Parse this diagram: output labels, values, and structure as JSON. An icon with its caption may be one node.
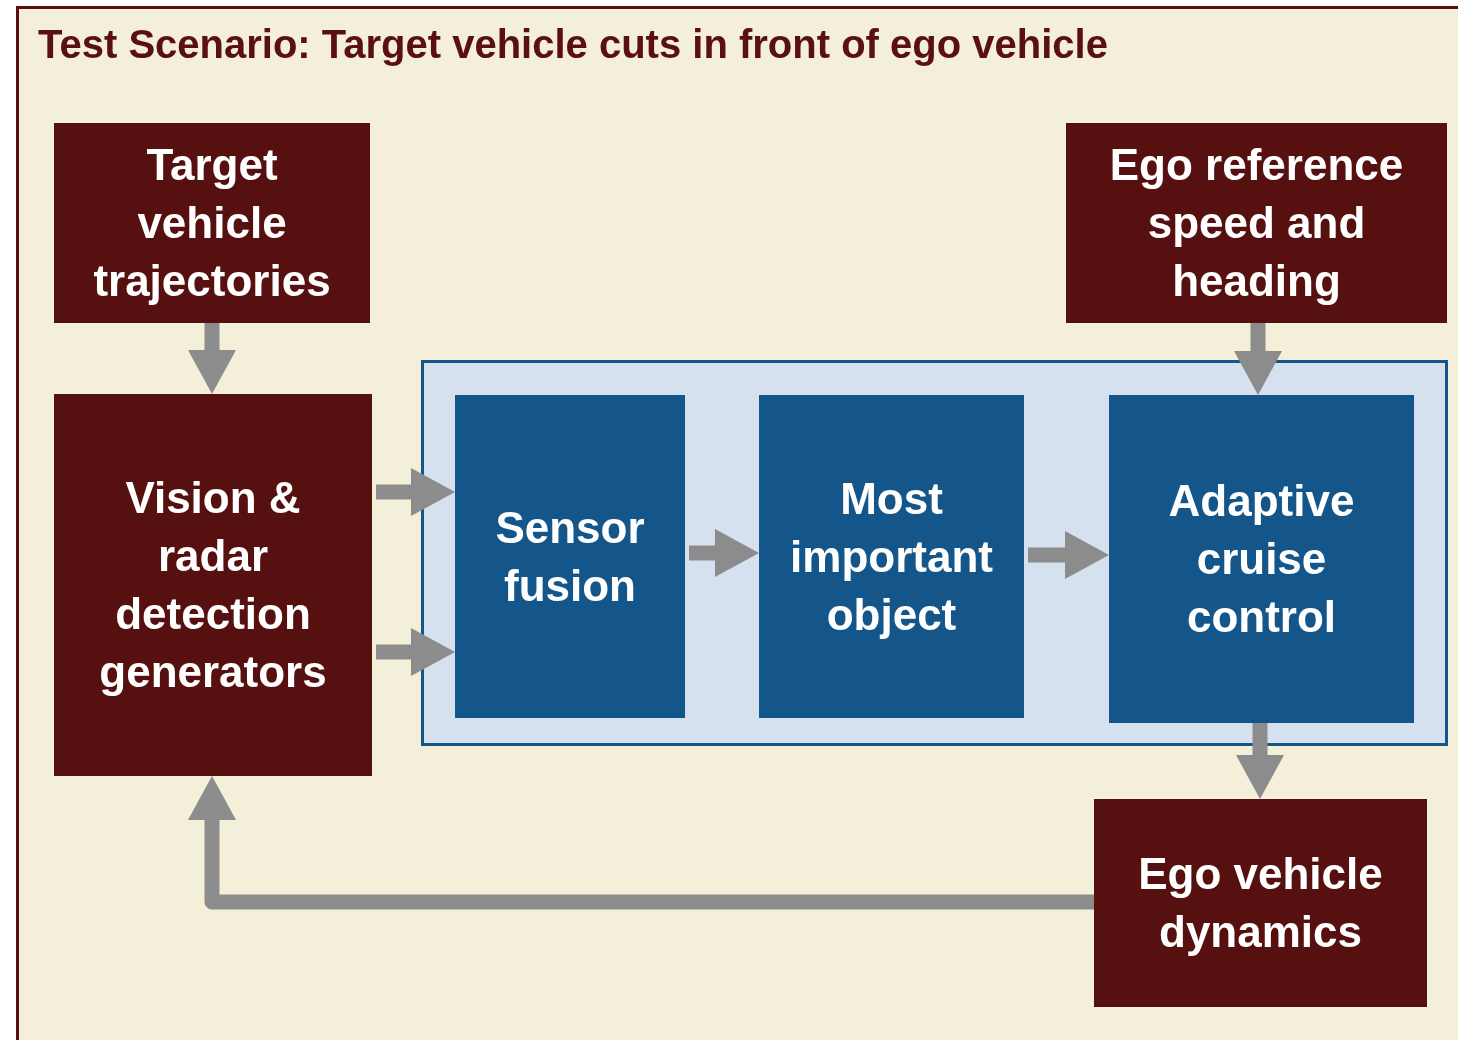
{
  "diagram": {
    "title": "Test Scenario: Target vehicle cuts in front of ego vehicle",
    "nodes": [
      {
        "text": [
          "Target vehicle trajectories"
        ]
      },
      {
        "text": [
          "Ego reference speed and heading"
        ]
      },
      {
        "text": [
          "Vision & radar detection generators"
        ]
      },
      {
        "text": [],
        "shape": "box"
      },
      {
        "text": [
          "Sensor fusion"
        ],
        "in": 3
      },
      {
        "text": [
          "Most important object"
        ],
        "in": 3
      },
      {
        "text": [
          "Adaptive cruise control"
        ],
        "in": 3
      },
      {
        "text": [
          "Ego vehicle dynamics"
        ]
      }
    ],
    "edges": [
      {
        "from": 0,
        "to": 2,
        "arrow": "to"
      },
      {
        "from": 2,
        "to": 4,
        "arrow": "to"
      },
      {
        "from": 2,
        "to": 4,
        "arrow": "to"
      },
      {
        "from": 4,
        "to": 5,
        "arrow": "to"
      },
      {
        "from": 5,
        "to": 6,
        "arrow": "to"
      },
      {
        "from": 1,
        "to": 6,
        "arrow": "to"
      },
      {
        "from": 6,
        "to": 7,
        "arrow": "to"
      },
      {
        "from": 7,
        "to": 2,
        "arrow": "to"
      }
    ]
  }
}
